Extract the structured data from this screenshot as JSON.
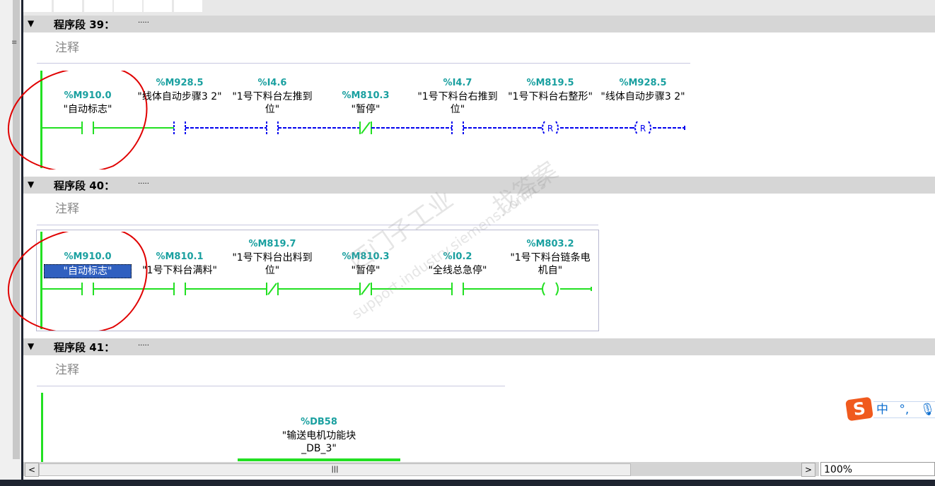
{
  "editor": {
    "zoom": "100%",
    "scroll_thumb": "|||"
  },
  "networks": [
    {
      "title": "程序段 39：",
      "dots": ".....",
      "comment": "注释",
      "elements": [
        {
          "type": "no",
          "addr": "%M910.0",
          "sym": "\"自动标志\"",
          "state": "on"
        },
        {
          "type": "no",
          "addr": "%M928.5",
          "sym": "\"线体自动步骤3 2\"",
          "state": "off"
        },
        {
          "type": "no",
          "addr": "%I4.6",
          "sym": "\"1号下料台左推到位\"",
          "state": "off"
        },
        {
          "type": "nc",
          "addr": "%M810.3",
          "sym": "\"暂停\"",
          "state": "on"
        },
        {
          "type": "no",
          "addr": "%I4.7",
          "sym": "\"1号下料台右推到位\"",
          "state": "off"
        },
        {
          "type": "reset",
          "addr": "%M819.5",
          "sym": "\"1号下料台右整形\"",
          "state": "off",
          "coil_label": "R"
        },
        {
          "type": "reset",
          "addr": "%M928.5",
          "sym": "\"线体自动步骤3 2\"",
          "state": "off",
          "coil_label": "R"
        }
      ]
    },
    {
      "title": "程序段 40：",
      "dots": ".....",
      "comment": "注释",
      "elements": [
        {
          "type": "no",
          "addr": "%M910.0",
          "sym": "\"自动标志\"",
          "state": "on",
          "selected": true
        },
        {
          "type": "no",
          "addr": "%M810.1",
          "sym": "\"1号下料台满料\"",
          "state": "on"
        },
        {
          "type": "nc",
          "addr": "%M819.7",
          "sym": "\"1号下料台出料到位\"",
          "state": "on"
        },
        {
          "type": "nc",
          "addr": "%M810.3",
          "sym": "\"暂停\"",
          "state": "on"
        },
        {
          "type": "no",
          "addr": "%I0.2",
          "sym": "\"全线总急停\"",
          "state": "on"
        },
        {
          "type": "coil",
          "addr": "%M803.2",
          "sym": "\"1号下料台链条电机自\"",
          "state": "on"
        }
      ]
    },
    {
      "title": "程序段 41：",
      "dots": ".....",
      "comment": "注释",
      "block": {
        "addr": "%DB58",
        "sym": "\"输送电机功能块_DB_3\""
      }
    }
  ],
  "ime": {
    "logo": "S",
    "mode": "中",
    "punct": "°,",
    "mic": "mic-icon"
  },
  "watermark": {
    "lines": [
      "西门子工业",
      "support.industry.siemens.com/cs",
      "找答案"
    ]
  },
  "colors": {
    "on": "#22e022",
    "off": "#0000ee",
    "addr": "#1aa0a0",
    "annotation": "#e00000"
  }
}
